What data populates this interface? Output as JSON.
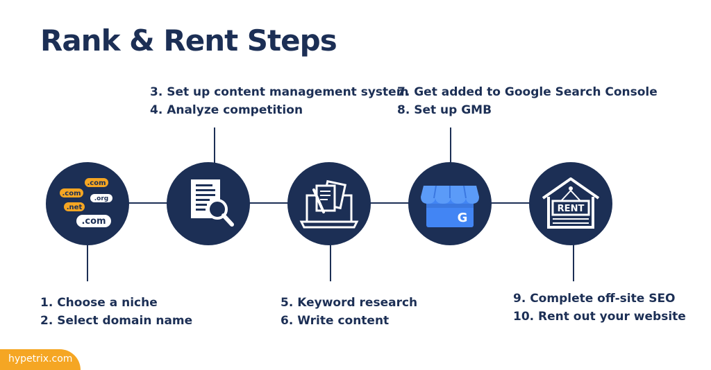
{
  "title": "Rank & Rent Steps",
  "domains": {
    "com1": ".com",
    "com2": ".com",
    "org": ".org",
    "net": ".net",
    "com3": ".com"
  },
  "rent_sign": "RENT",
  "gmb_letter": "G",
  "steps": {
    "group1": [
      "1. Choose a niche",
      "2. Select domain name"
    ],
    "group2": [
      "3. Set up content management system",
      "4. Analyze competition"
    ],
    "group3": [
      "5. Keyword research",
      "6. Write content"
    ],
    "group4": [
      "7. Get added to Google Search Console",
      "8. Set up GMB"
    ],
    "group5": [
      "9. Complete off-site SEO",
      "10. Rent out your website"
    ]
  },
  "icons": [
    "domain-names-icon",
    "document-search-icon",
    "laptop-content-icon",
    "google-my-business-icon",
    "rent-house-icon"
  ],
  "footer": "hypetrix.com",
  "colors": {
    "navy": "#1c2f55",
    "orange": "#f5a623",
    "blue": "#4285f4"
  }
}
